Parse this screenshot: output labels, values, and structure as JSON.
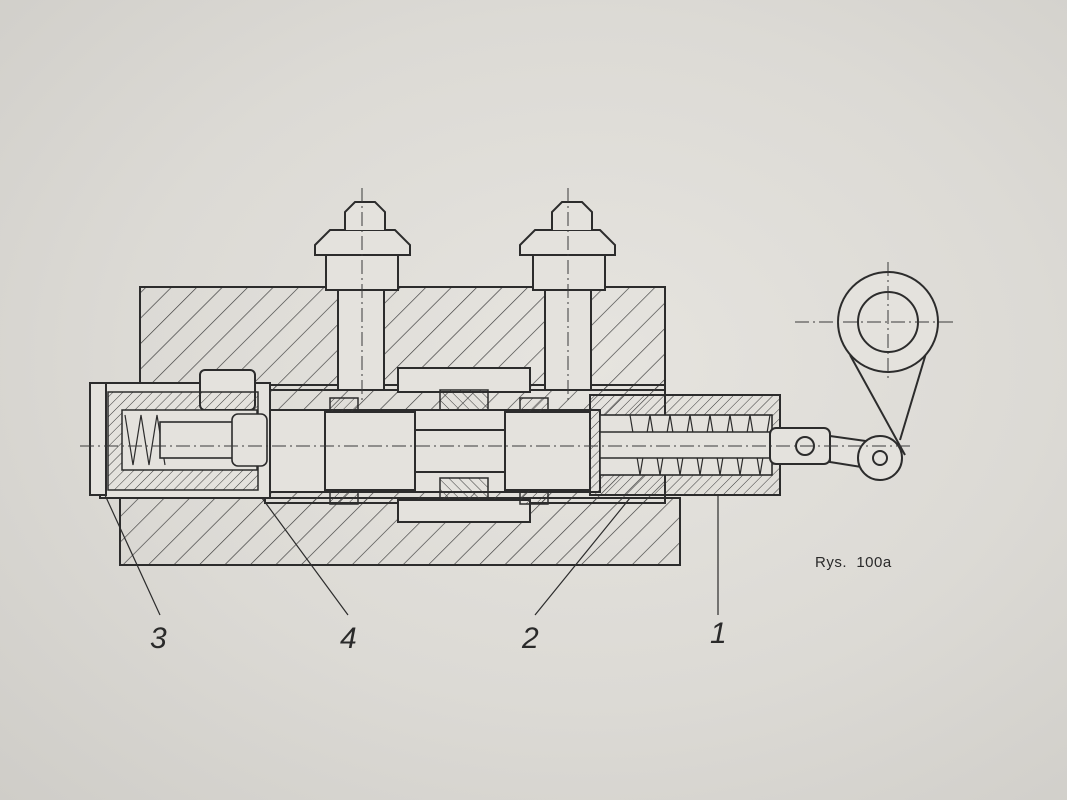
{
  "figure": {
    "caption": "Rys.  100a",
    "callouts": [
      "3",
      "4",
      "2",
      "1"
    ]
  },
  "colors": {
    "paper": "#dcdad5",
    "ink": "#2c2c2c"
  }
}
